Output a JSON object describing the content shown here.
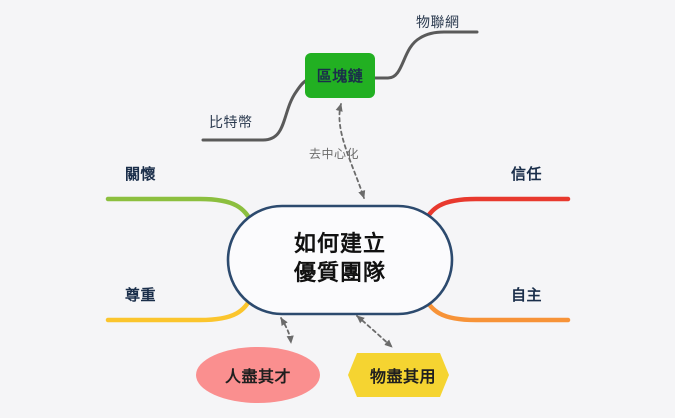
{
  "diagram": {
    "type": "mind-map",
    "background_color": "#f5f5f7",
    "central_node": {
      "line1": "如何建立",
      "line2": "優質團隊",
      "shape": "rounded-rectangle",
      "border_color": "#2c4a6e",
      "fill_color": "#fbfbfd",
      "text_color": "#111111"
    },
    "branches": [
      {
        "label": "關懷",
        "color": "#8cbf3f",
        "side": "left",
        "position": "upper"
      },
      {
        "label": "尊重",
        "color": "#fbc52d",
        "side": "left",
        "position": "lower"
      },
      {
        "label": "信任",
        "color": "#e8392e",
        "side": "right",
        "position": "upper"
      },
      {
        "label": "自主",
        "color": "#f79338",
        "side": "right",
        "position": "lower"
      }
    ],
    "floating_topic": {
      "label": "區塊鏈",
      "shape": "rounded-rectangle",
      "fill_color": "#22b022",
      "text_color": "#1a2e4a",
      "children": [
        {
          "label": "比特幣",
          "side": "left",
          "connector_color": "#5a5a5a"
        },
        {
          "label": "物聯網",
          "side": "right",
          "connector_color": "#5a5a5a"
        }
      ]
    },
    "callouts": [
      {
        "label": "人盡其才",
        "shape": "ellipse",
        "fill_color": "#fa8f8f",
        "text_color": "#1f1f1f"
      },
      {
        "label": "物盡其用",
        "shape": "hexagon",
        "fill_color": "#f5d431",
        "text_color": "#1f1f1f"
      }
    ],
    "relationships": [
      {
        "label": "去中心化",
        "from": "區塊鏈",
        "to": "如何建立優質團隊",
        "style": "dashed",
        "arrows": "both",
        "color": "#6b6b6b"
      },
      {
        "label": "",
        "from": "人盡其才",
        "to": "如何建立優質團隊",
        "style": "dashed",
        "arrows": "both",
        "color": "#6b6b6b"
      },
      {
        "label": "",
        "from": "物盡其用",
        "to": "如何建立優質團隊",
        "style": "dashed",
        "arrows": "both",
        "color": "#6b6b6b"
      }
    ]
  }
}
